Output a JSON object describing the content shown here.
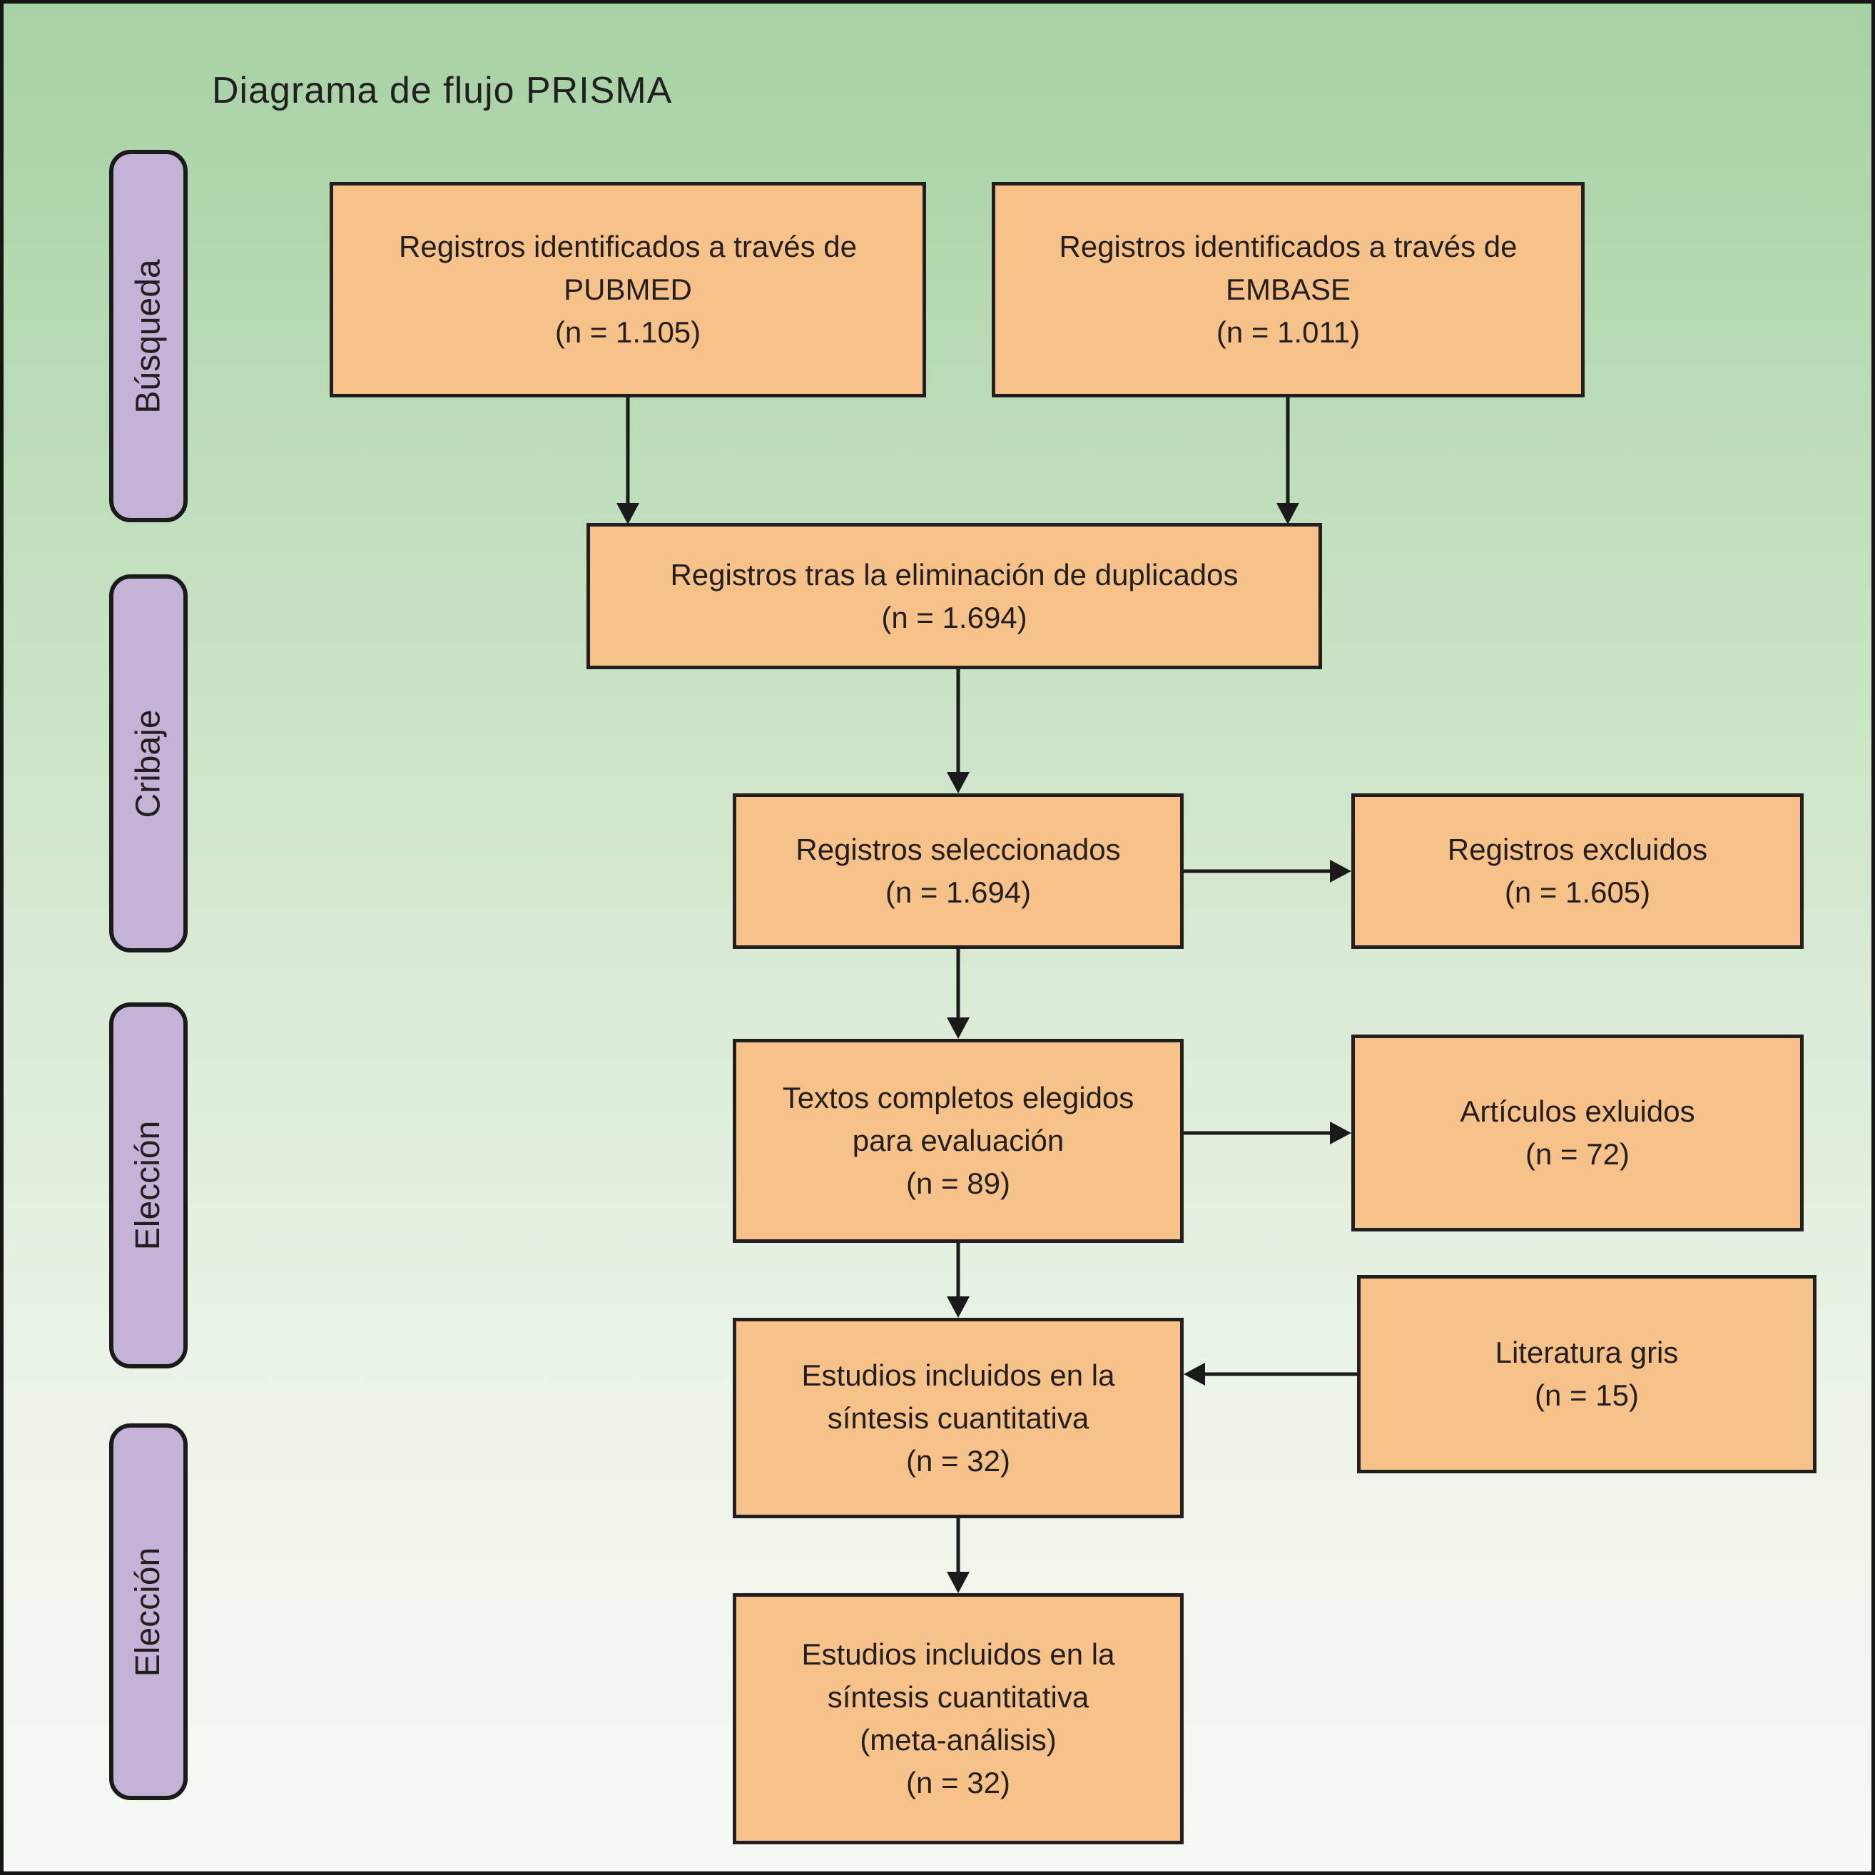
{
  "title": "Diagrama de flujo PRISMA",
  "colors": {
    "bg_top": "#a6d1a3",
    "bg_bottom": "#f4f9f2",
    "box_fill": "#f7c289",
    "box_border": "#231f20",
    "stage_fill": "#c5b3d7",
    "stage_border": "#1a1a1a",
    "arrow": "#1a1a1a",
    "text": "#231f20"
  },
  "stages": [
    {
      "label": "Búsqueda"
    },
    {
      "label": "Cribaje"
    },
    {
      "label": "Elección"
    },
    {
      "label": "Elección"
    }
  ],
  "boxes": {
    "pubmed": {
      "lines": [
        "Registros identificados a través de",
        "PUBMED",
        "(n = 1.105)"
      ]
    },
    "embase": {
      "lines": [
        "Registros identificados a través de",
        "EMBASE",
        "(n = 1.011)"
      ]
    },
    "duplicates": {
      "lines": [
        "Registros tras la eliminación de duplicados",
        "(n = 1.694)"
      ]
    },
    "screened": {
      "lines": [
        "Registros seleccionados",
        "(n = 1.694)"
      ]
    },
    "records_excluded": {
      "lines": [
        "Registros excluidos",
        "(n = 1.605)"
      ]
    },
    "fulltext": {
      "lines": [
        "Textos completos elegidos",
        "para evaluación",
        "(n = 89)"
      ]
    },
    "articles_excluded": {
      "lines": [
        "Artículos exluidos",
        "(n = 72)"
      ]
    },
    "quantitative": {
      "lines": [
        "Estudios incluidos en la",
        "síntesis cuantitativa",
        "(n = 32)"
      ]
    },
    "grey_literature": {
      "lines": [
        "Literatura gris",
        "(n = 15)"
      ]
    },
    "meta_analysis": {
      "lines": [
        "Estudios incluidos en la",
        "síntesis cuantitativa",
        "(meta-análisis)",
        "(n = 32)"
      ]
    }
  }
}
